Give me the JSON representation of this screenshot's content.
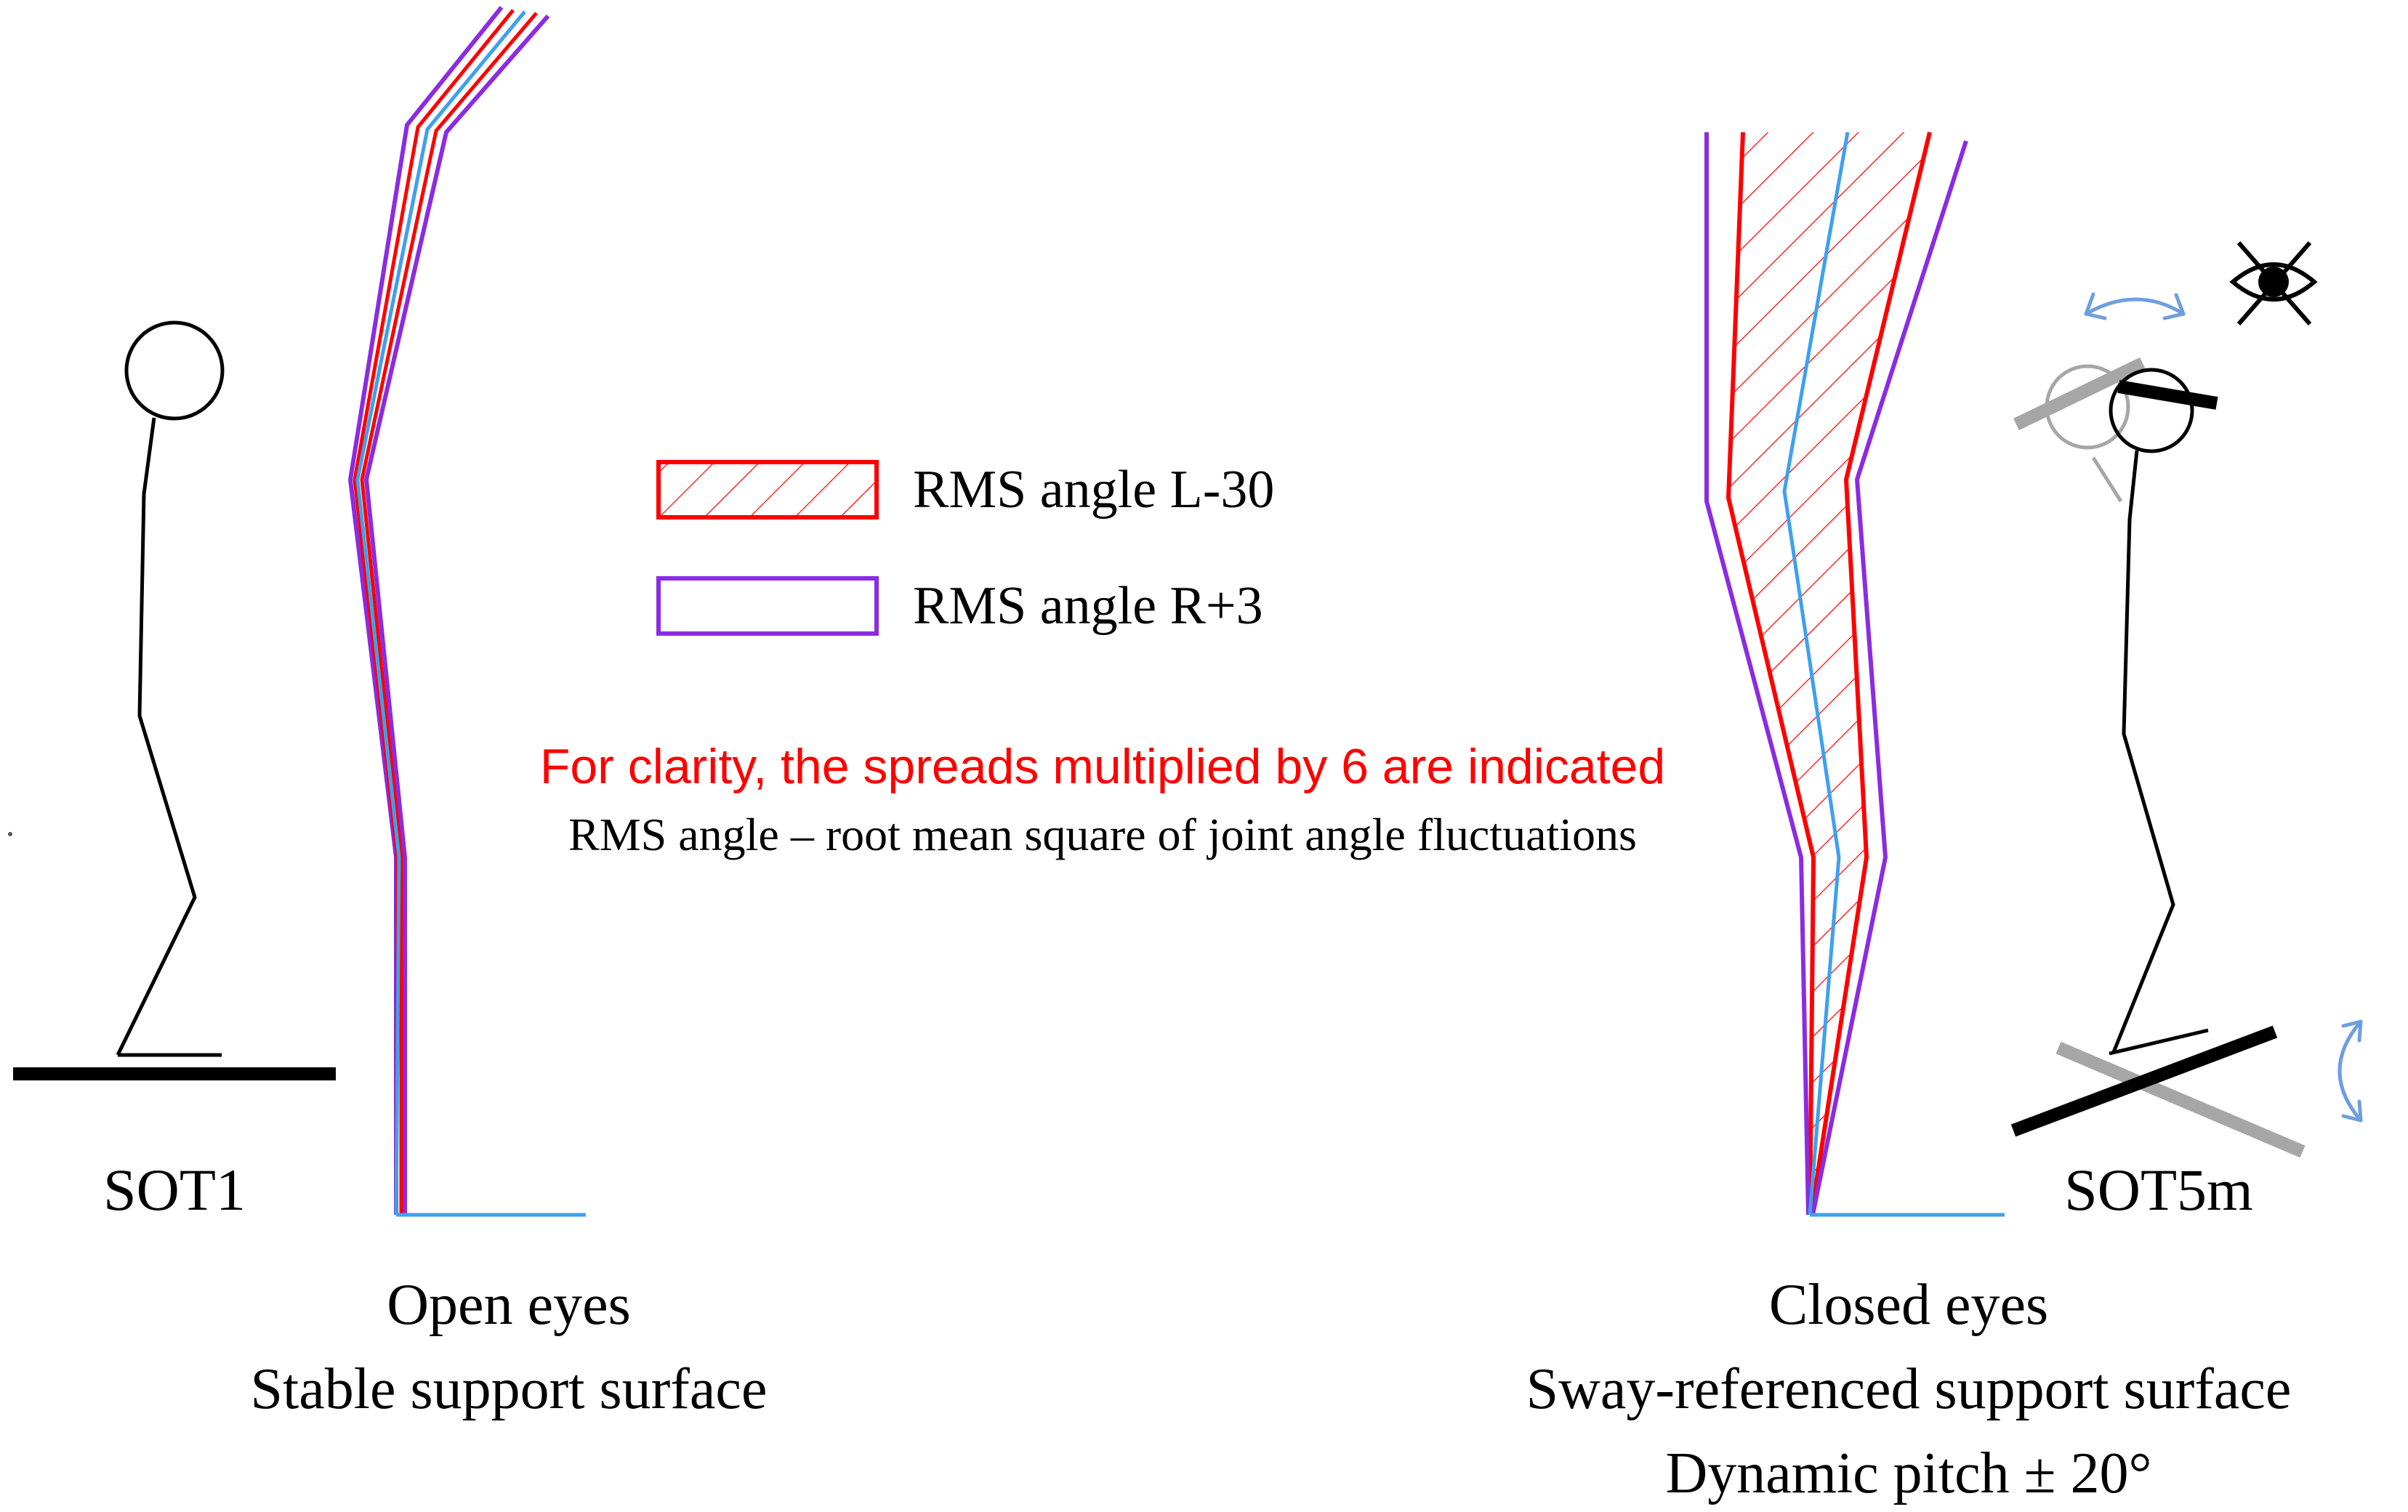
{
  "legend": {
    "items": [
      {
        "label": "RMS angle L-30",
        "color": "#ff0000",
        "pattern": "hatched"
      },
      {
        "label": "RMS angle R+3",
        "color": "#8b2be2",
        "pattern": "outline"
      }
    ]
  },
  "notes": {
    "clarity": "For clarity, the spreads multiplied by 6 are indicated",
    "definition": "RMS angle – root mean square of joint angle fluctuations"
  },
  "left_panel": {
    "label": "SOT1",
    "caption": [
      "Open eyes",
      "Stable support surface"
    ]
  },
  "right_panel": {
    "label": "SOT5m",
    "caption": [
      "Closed eyes",
      "Sway-referenced support surface",
      "Dynamic pitch ± 20°"
    ]
  },
  "colors": {
    "mean_line": "#3ea0f0",
    "l30": "#ff0000",
    "r3": "#8b2be2",
    "arrow": "#6f9ee0",
    "gray": "#a6a6a6"
  },
  "icons": [
    "closed-eye-icon",
    "rotation-arrow-icon"
  ]
}
